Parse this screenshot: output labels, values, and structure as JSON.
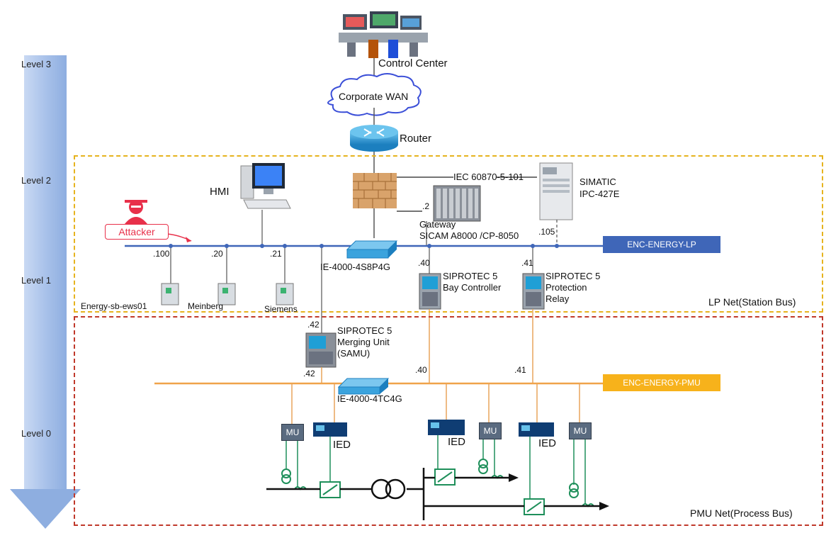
{
  "levels": [
    "Level 3",
    "Level 2",
    "Level 1",
    "Level 0"
  ],
  "nodes": {
    "control_center": "Control Center",
    "corporate_wan": "Corporate WAN",
    "router": "Router",
    "hmi": "HMI",
    "iec_label": "IEC 60870-5-101",
    "simatic_line1": "SIMATIC",
    "simatic_line2": "IPC-427E",
    "gateway_line1": "Gateway",
    "gateway_line2": "SICAM A8000 /CP-8050",
    "attacker": "Attacker",
    "switch_lp": "IE-4000-4S8P4G",
    "switch_pmu": "IE-4000-4TC4G",
    "ews": "Energy-sb-ews01",
    "meinberg": "Meinberg",
    "siemens": "Siemens",
    "bay_line1": "SIPROTEC 5",
    "bay_line2": "Bay Controller",
    "prot_line1": "SIPROTEC 5",
    "prot_line2": "Protection",
    "prot_line3": "Relay",
    "mu_line1": "SIPROTEC 5",
    "mu_line2": "Merging Unit",
    "mu_line3": "(SAMU)",
    "mu_box": "MU",
    "ied": "IED"
  },
  "addresses": {
    "gw": ".2",
    "simatic": ".105",
    "ews": ".100",
    "meinberg": ".20",
    "siemens": ".21",
    "bay": ".40",
    "prot": ".41",
    "mu_top": ".42",
    "mu_bot": ".42",
    "pmu_bay": ".40",
    "pmu_prot": ".41"
  },
  "networks": {
    "lp_tag": "ENC-ENERGY-LP",
    "pmu_tag": "ENC-ENERGY-PMU",
    "lp_zone": "LP Net(Station Bus)",
    "pmu_zone": "PMU Net(Process Bus)"
  },
  "colors": {
    "lp_bus": "#3f66b8",
    "pmu_bus": "#f0a34a",
    "lp_zone_border": "#e6b31e",
    "pmu_zone_border": "#c0392b",
    "attacker": "#e8304a",
    "level_arrow": "#a9c2ea",
    "switch": "#3ba3dd",
    "electrical": "#1e8f5a"
  }
}
